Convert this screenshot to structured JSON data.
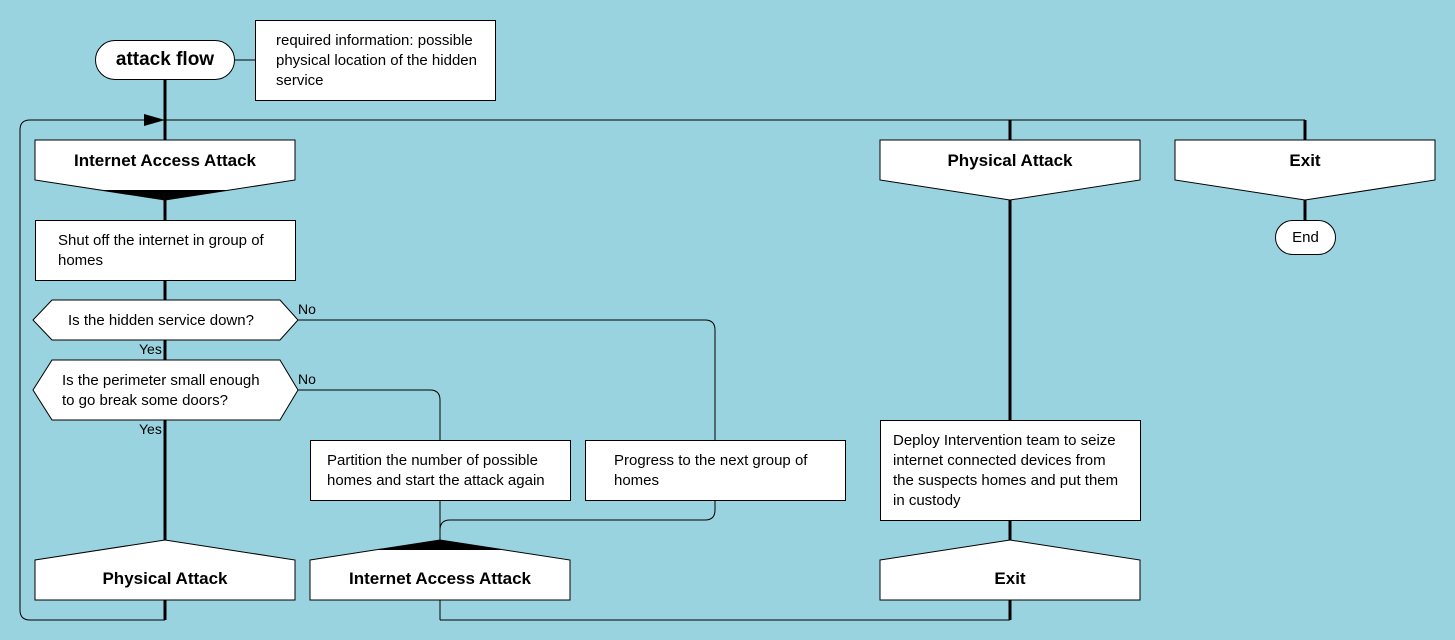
{
  "start": {
    "title": "attack flow",
    "note": "required information: possible physical location of the hidden service"
  },
  "columns": {
    "internet": {
      "header": "Internet Access Attack",
      "step": "Shut off the internet in group of homes",
      "decision1": "Is the hidden service down?",
      "decision1_no": "No",
      "decision1_yes": "Yes",
      "decision2": "Is the perimeter small enough to go break some doors?",
      "decision2_no": "No",
      "decision2_yes": "Yes",
      "partition": "Partition the number of possible homes and start the attack again",
      "progress": "Progress to the next group of homes",
      "footer_physical": "Physical Attack",
      "footer_internet": "Internet Access Attack"
    },
    "physical": {
      "header": "Physical Attack",
      "step": "Deploy Intervention team to seize internet connected devices from the suspects homes and put them in custody",
      "footer": "Exit"
    },
    "exit": {
      "header": "Exit",
      "end": "End"
    }
  },
  "colors": {
    "background": "#99d3e0",
    "shape_fill": "#ffffff",
    "stroke": "#000000"
  }
}
